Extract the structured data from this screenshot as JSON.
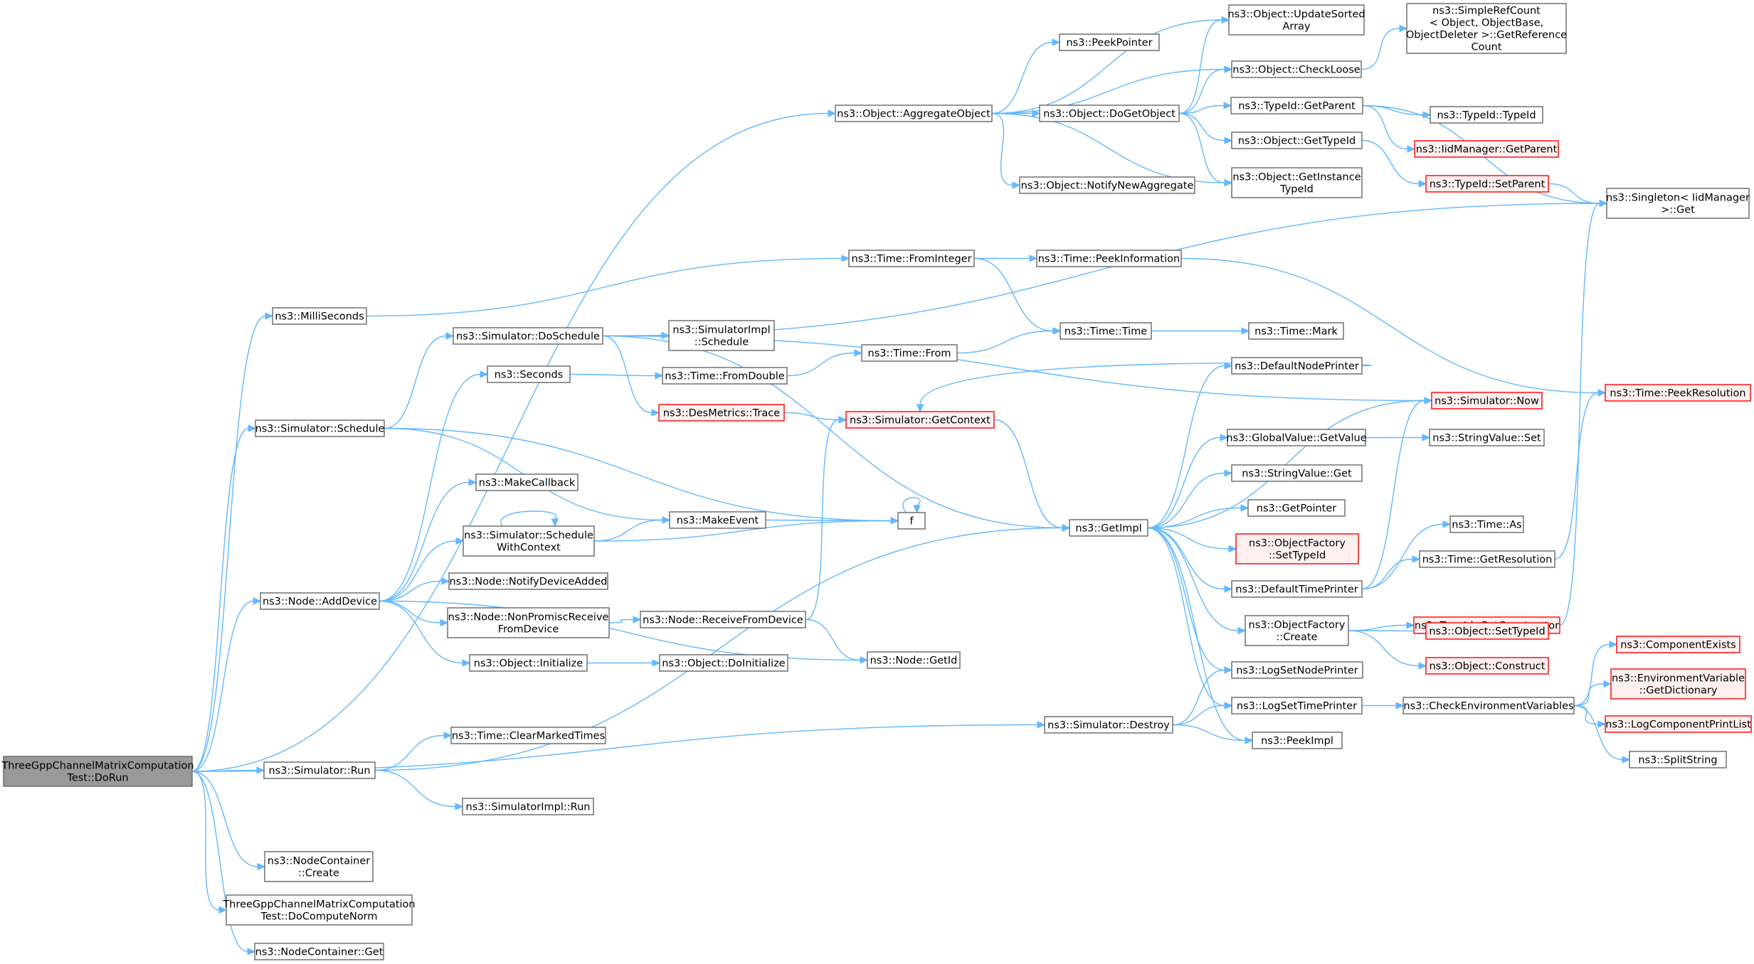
{
  "colors": {
    "edge": "#63b8ff",
    "root_fill": "#999999",
    "root_border": "#666666",
    "node_fill": "#ffffff",
    "node_border": "#666666",
    "truncated_fill": "#fff0f0",
    "truncated_border": "#ff0000"
  },
  "nodes": [
    {
      "id": "root",
      "lines": [
        "ThreeGppChannelMatrixComputation",
        "Test::DoRun"
      ],
      "style": "root"
    },
    {
      "id": "aggregate",
      "lines": [
        "ns3::Object::AggregateObject"
      ],
      "style": "normal"
    },
    {
      "id": "updatesorted",
      "lines": [
        "ns3::Object::UpdateSorted",
        "Array"
      ],
      "style": "normal"
    },
    {
      "id": "peekpointer",
      "lines": [
        "ns3::PeekPointer"
      ],
      "style": "normal"
    },
    {
      "id": "checkloose",
      "lines": [
        "ns3::Object::CheckLoose"
      ],
      "style": "normal"
    },
    {
      "id": "simplerefcount",
      "lines": [
        "ns3::SimpleRefCount",
        "< Object, ObjectBase,",
        "ObjectDeleter >::GetReference",
        "Count"
      ],
      "style": "normal"
    },
    {
      "id": "dogetobject",
      "lines": [
        "ns3::Object::DoGetObject"
      ],
      "style": "normal"
    },
    {
      "id": "typeidgetparent",
      "lines": [
        "ns3::TypeId::GetParent"
      ],
      "style": "normal"
    },
    {
      "id": "typeidtypeid",
      "lines": [
        "ns3::TypeId::TypeId"
      ],
      "style": "normal"
    },
    {
      "id": "iidgetparent",
      "lines": [
        "ns3::IidManager::GetParent"
      ],
      "style": "truncated"
    },
    {
      "id": "objgettypeid",
      "lines": [
        "ns3::Object::GetTypeId"
      ],
      "style": "normal"
    },
    {
      "id": "typeidsetparent",
      "lines": [
        "ns3::TypeId::SetParent"
      ],
      "style": "truncated"
    },
    {
      "id": "getinstancetypeid",
      "lines": [
        "ns3::Object::GetInstance",
        "TypeId"
      ],
      "style": "normal"
    },
    {
      "id": "notifynewaggregate",
      "lines": [
        "ns3::Object::NotifyNewAggregate"
      ],
      "style": "normal"
    },
    {
      "id": "singletonget",
      "lines": [
        "ns3::Singleton< IidManager",
        ">::Get"
      ],
      "style": "normal"
    },
    {
      "id": "milliseconds",
      "lines": [
        "ns3::MilliSeconds"
      ],
      "style": "normal"
    },
    {
      "id": "timefrominteger",
      "lines": [
        "ns3::Time::FromInteger"
      ],
      "style": "normal"
    },
    {
      "id": "peekinformation",
      "lines": [
        "ns3::Time::PeekInformation"
      ],
      "style": "normal"
    },
    {
      "id": "doschedule",
      "lines": [
        "ns3::Simulator::DoSchedule"
      ],
      "style": "normal"
    },
    {
      "id": "simimplschedule",
      "lines": [
        "ns3::SimulatorImpl",
        "::Schedule"
      ],
      "style": "normal"
    },
    {
      "id": "timetime",
      "lines": [
        "ns3::Time::Time"
      ],
      "style": "normal"
    },
    {
      "id": "timemark",
      "lines": [
        "ns3::Time::Mark"
      ],
      "style": "normal"
    },
    {
      "id": "seconds",
      "lines": [
        "ns3::Seconds"
      ],
      "style": "normal"
    },
    {
      "id": "fromdouble",
      "lines": [
        "ns3::Time::FromDouble"
      ],
      "style": "normal"
    },
    {
      "id": "timefrom",
      "lines": [
        "ns3::Time::From"
      ],
      "style": "normal"
    },
    {
      "id": "defaultnodeprinter",
      "lines": [
        "ns3::DefaultNodePrinter"
      ],
      "style": "normal"
    },
    {
      "id": "simnow",
      "lines": [
        "ns3::Simulator::Now"
      ],
      "style": "truncated"
    },
    {
      "id": "peekresolution",
      "lines": [
        "ns3::Time::PeekResolution"
      ],
      "style": "truncated"
    },
    {
      "id": "desmetrics",
      "lines": [
        "ns3::DesMetrics::Trace"
      ],
      "style": "truncated"
    },
    {
      "id": "getcontext",
      "lines": [
        "ns3::Simulator::GetContext"
      ],
      "style": "truncated"
    },
    {
      "id": "schedule",
      "lines": [
        "ns3::Simulator::Schedule"
      ],
      "style": "normal"
    },
    {
      "id": "globalgetvalue",
      "lines": [
        "ns3::GlobalValue::GetValue"
      ],
      "style": "normal"
    },
    {
      "id": "stringvalueset",
      "lines": [
        "ns3::StringValue::Set"
      ],
      "style": "normal"
    },
    {
      "id": "stringvalueget",
      "lines": [
        "ns3::StringValue::Get"
      ],
      "style": "normal"
    },
    {
      "id": "makecallback",
      "lines": [
        "ns3::MakeCallback"
      ],
      "style": "normal"
    },
    {
      "id": "getpointer",
      "lines": [
        "ns3::GetPointer"
      ],
      "style": "normal"
    },
    {
      "id": "makeevent",
      "lines": [
        "ns3::MakeEvent"
      ],
      "style": "normal"
    },
    {
      "id": "f",
      "lines": [
        "f"
      ],
      "style": "normal"
    },
    {
      "id": "getimpl",
      "lines": [
        "ns3::GetImpl"
      ],
      "style": "normal"
    },
    {
      "id": "schedulewithcontext",
      "lines": [
        "ns3::Simulator::Schedule",
        "WithContext"
      ],
      "style": "normal"
    },
    {
      "id": "timeas",
      "lines": [
        "ns3::Time::As"
      ],
      "style": "normal"
    },
    {
      "id": "objfactorysettypeid",
      "lines": [
        "ns3::ObjectFactory",
        "::SetTypeId"
      ],
      "style": "truncated"
    },
    {
      "id": "timegetresolution",
      "lines": [
        "ns3::Time::GetResolution"
      ],
      "style": "normal"
    },
    {
      "id": "defaulttimeprinter",
      "lines": [
        "ns3::DefaultTimePrinter"
      ],
      "style": "normal"
    },
    {
      "id": "notifydeviceadded",
      "lines": [
        "ns3::Node::NotifyDeviceAdded"
      ],
      "style": "normal"
    },
    {
      "id": "adddevice",
      "lines": [
        "ns3::Node::AddDevice"
      ],
      "style": "normal"
    },
    {
      "id": "nonpromisc",
      "lines": [
        "ns3::Node::NonPromiscReceive",
        "FromDevice"
      ],
      "style": "normal"
    },
    {
      "id": "receivefromdevice",
      "lines": [
        "ns3::Node::ReceiveFromDevice"
      ],
      "style": "normal"
    },
    {
      "id": "getconstructor",
      "lines": [
        "ns3::TypeId::GetConstructor"
      ],
      "style": "truncated"
    },
    {
      "id": "objfactorycreate",
      "lines": [
        "ns3::ObjectFactory",
        "::Create"
      ],
      "style": "normal"
    },
    {
      "id": "objsettypeid",
      "lines": [
        "ns3::Object::SetTypeId"
      ],
      "style": "truncated"
    },
    {
      "id": "nodegetid",
      "lines": [
        "ns3::Node::GetId"
      ],
      "style": "normal"
    },
    {
      "id": "objinitialize",
      "lines": [
        "ns3::Object::Initialize"
      ],
      "style": "normal"
    },
    {
      "id": "objdoinitialize",
      "lines": [
        "ns3::Object::DoInitialize"
      ],
      "style": "normal"
    },
    {
      "id": "objconstruct",
      "lines": [
        "ns3::Object::Construct"
      ],
      "style": "truncated"
    },
    {
      "id": "componentexists",
      "lines": [
        "ns3::ComponentExists"
      ],
      "style": "truncated"
    },
    {
      "id": "logsetnodeprinter",
      "lines": [
        "ns3::LogSetNodePrinter"
      ],
      "style": "normal"
    },
    {
      "id": "envgetdictionary",
      "lines": [
        "ns3::EnvironmentVariable",
        "::GetDictionary"
      ],
      "style": "truncated"
    },
    {
      "id": "logsettimeprinter",
      "lines": [
        "ns3::LogSetTimePrinter"
      ],
      "style": "normal"
    },
    {
      "id": "checkenv",
      "lines": [
        "ns3::CheckEnvironmentVariables"
      ],
      "style": "normal"
    },
    {
      "id": "simdestroy",
      "lines": [
        "ns3::Simulator::Destroy"
      ],
      "style": "normal"
    },
    {
      "id": "logcomponentprintlist",
      "lines": [
        "ns3::LogComponentPrintList"
      ],
      "style": "truncated"
    },
    {
      "id": "peekimpl",
      "lines": [
        "ns3::PeekImpl"
      ],
      "style": "normal"
    },
    {
      "id": "splitstring",
      "lines": [
        "ns3::SplitString"
      ],
      "style": "normal"
    },
    {
      "id": "clearmarkedtimes",
      "lines": [
        "ns3::Time::ClearMarkedTimes"
      ],
      "style": "normal"
    },
    {
      "id": "simrun",
      "lines": [
        "ns3::Simulator::Run"
      ],
      "style": "normal"
    },
    {
      "id": "simimplrun",
      "lines": [
        "ns3::SimulatorImpl::Run"
      ],
      "style": "normal"
    },
    {
      "id": "nccreate",
      "lines": [
        "ns3::NodeContainer",
        "::Create"
      ],
      "style": "normal"
    },
    {
      "id": "docomputenorm",
      "lines": [
        "ThreeGppChannelMatrixComputation",
        "Test::DoComputeNorm"
      ],
      "style": "normal"
    },
    {
      "id": "ncget",
      "lines": [
        "ns3::NodeContainer::Get"
      ],
      "style": "normal"
    }
  ],
  "edges": [
    [
      "root",
      "aggregate"
    ],
    [
      "root",
      "milliseconds"
    ],
    [
      "root",
      "schedule"
    ],
    [
      "root",
      "adddevice"
    ],
    [
      "root",
      "simrun"
    ],
    [
      "root",
      "simdestroy"
    ],
    [
      "root",
      "nccreate"
    ],
    [
      "root",
      "docomputenorm"
    ],
    [
      "root",
      "ncget"
    ],
    [
      "aggregate",
      "updatesorted"
    ],
    [
      "aggregate",
      "peekpointer"
    ],
    [
      "aggregate",
      "checkloose"
    ],
    [
      "aggregate",
      "dogetobject"
    ],
    [
      "aggregate",
      "getinstancetypeid"
    ],
    [
      "aggregate",
      "notifynewaggregate"
    ],
    [
      "checkloose",
      "simplerefcount"
    ],
    [
      "dogetobject",
      "updatesorted"
    ],
    [
      "dogetobject",
      "checkloose"
    ],
    [
      "dogetobject",
      "typeidgetparent"
    ],
    [
      "dogetobject",
      "objgettypeid"
    ],
    [
      "dogetobject",
      "getinstancetypeid"
    ],
    [
      "typeidgetparent",
      "typeidtypeid"
    ],
    [
      "typeidgetparent",
      "iidgetparent"
    ],
    [
      "typeidgetparent",
      "singletonget"
    ],
    [
      "objgettypeid",
      "typeidsetparent"
    ],
    [
      "typeidsetparent",
      "singletonget"
    ],
    [
      "milliseconds",
      "timefrominteger"
    ],
    [
      "timefrominteger",
      "peekinformation"
    ],
    [
      "timefrominteger",
      "timetime"
    ],
    [
      "peekinformation",
      "peekresolution"
    ],
    [
      "doschedule",
      "singletonget"
    ],
    [
      "doschedule",
      "simimplschedule"
    ],
    [
      "doschedule",
      "simnow"
    ],
    [
      "doschedule",
      "desmetrics"
    ],
    [
      "doschedule",
      "getimpl"
    ],
    [
      "timetime",
      "timemark"
    ],
    [
      "seconds",
      "fromdouble"
    ],
    [
      "fromdouble",
      "timefrom"
    ],
    [
      "timefrom",
      "timetime"
    ],
    [
      "desmetrics",
      "getcontext"
    ],
    [
      "getcontext",
      "getimpl"
    ],
    [
      "defaultnodeprinter",
      "getcontext"
    ],
    [
      "schedule",
      "doschedule"
    ],
    [
      "schedule",
      "makeevent"
    ],
    [
      "schedule",
      "f"
    ],
    [
      "makeevent",
      "f"
    ],
    [
      "f",
      "f"
    ],
    [
      "schedulewithcontext",
      "schedulewithcontext"
    ],
    [
      "schedulewithcontext",
      "makeevent"
    ],
    [
      "schedulewithcontext",
      "f"
    ],
    [
      "adddevice",
      "seconds"
    ],
    [
      "adddevice",
      "makecallback"
    ],
    [
      "adddevice",
      "schedulewithcontext"
    ],
    [
      "adddevice",
      "notifydeviceadded"
    ],
    [
      "adddevice",
      "nonpromisc"
    ],
    [
      "adddevice",
      "objinitialize"
    ],
    [
      "adddevice",
      "nodegetid"
    ],
    [
      "nonpromisc",
      "receivefromdevice"
    ],
    [
      "receivefromdevice",
      "getcontext"
    ],
    [
      "receivefromdevice",
      "nodegetid"
    ],
    [
      "objinitialize",
      "objdoinitialize"
    ],
    [
      "getimpl",
      "defaultnodeprinter"
    ],
    [
      "getimpl",
      "simnow"
    ],
    [
      "getimpl",
      "globalgetvalue"
    ],
    [
      "getimpl",
      "stringvalueget"
    ],
    [
      "getimpl",
      "getpointer"
    ],
    [
      "getimpl",
      "objfactorysettypeid"
    ],
    [
      "getimpl",
      "defaulttimeprinter"
    ],
    [
      "getimpl",
      "objfactorycreate"
    ],
    [
      "getimpl",
      "logsetnodeprinter"
    ],
    [
      "getimpl",
      "logsettimeprinter"
    ],
    [
      "getimpl",
      "peekimpl"
    ],
    [
      "globalgetvalue",
      "stringvalueset"
    ],
    [
      "defaulttimeprinter",
      "simnow"
    ],
    [
      "defaulttimeprinter",
      "timeas"
    ],
    [
      "defaulttimeprinter",
      "timegetresolution"
    ],
    [
      "timegetresolution",
      "peekresolution"
    ],
    [
      "objfactorycreate",
      "getconstructor"
    ],
    [
      "objfactorycreate",
      "objsettypeid"
    ],
    [
      "objfactorycreate",
      "objconstruct"
    ],
    [
      "getconstructor",
      "singletonget"
    ],
    [
      "logsettimeprinter",
      "checkenv"
    ],
    [
      "checkenv",
      "componentexists"
    ],
    [
      "checkenv",
      "envgetdictionary"
    ],
    [
      "checkenv",
      "logcomponentprintlist"
    ],
    [
      "checkenv",
      "splitstring"
    ],
    [
      "simdestroy",
      "logsetnodeprinter"
    ],
    [
      "simdestroy",
      "logsettimeprinter"
    ],
    [
      "simdestroy",
      "peekimpl"
    ],
    [
      "simrun",
      "clearmarkedtimes"
    ],
    [
      "simrun",
      "simimplrun"
    ],
    [
      "simrun",
      "getimpl"
    ]
  ]
}
